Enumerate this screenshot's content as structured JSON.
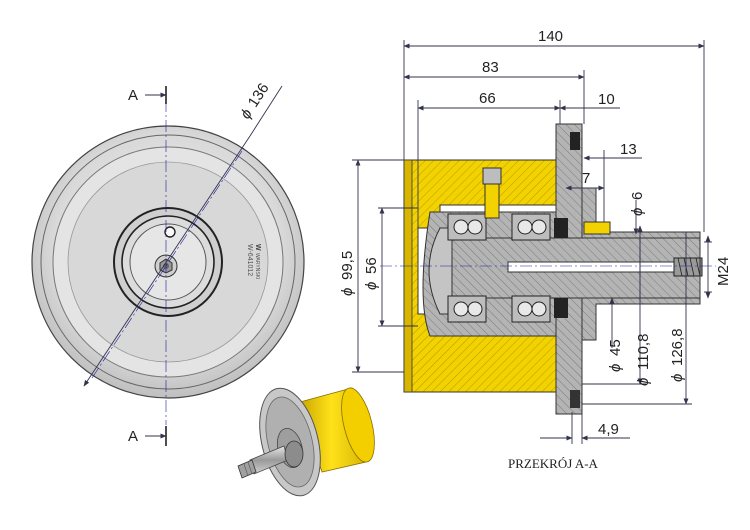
{
  "drawing": {
    "section_marker_top": "A",
    "section_marker_bottom": "A",
    "section_title": "PRZEKRÓJ A-A",
    "front_view_diameter": "136",
    "wheel_text_line1": "WARYŃSKI",
    "wheel_text_line2": "W-641012"
  },
  "dimensions": {
    "overall_length": "140",
    "length_83": "83",
    "length_66": "66",
    "length_10": "10",
    "length_13": "13",
    "length_7": "7",
    "diameter_6": "6",
    "diameter_99_5": "99,5",
    "diameter_56": "56",
    "thread_m24": "M24",
    "diameter_45": "45",
    "diameter_110_8": "110,8",
    "diameter_126_8": "126,8",
    "length_4_9": "4,9"
  },
  "symbols": {
    "diameter_sign": "ϕ"
  },
  "colors": {
    "casing_yellow": "#f2d200",
    "metal_gray": "#a8a8a8",
    "line_blue": "#1a1aa0"
  }
}
